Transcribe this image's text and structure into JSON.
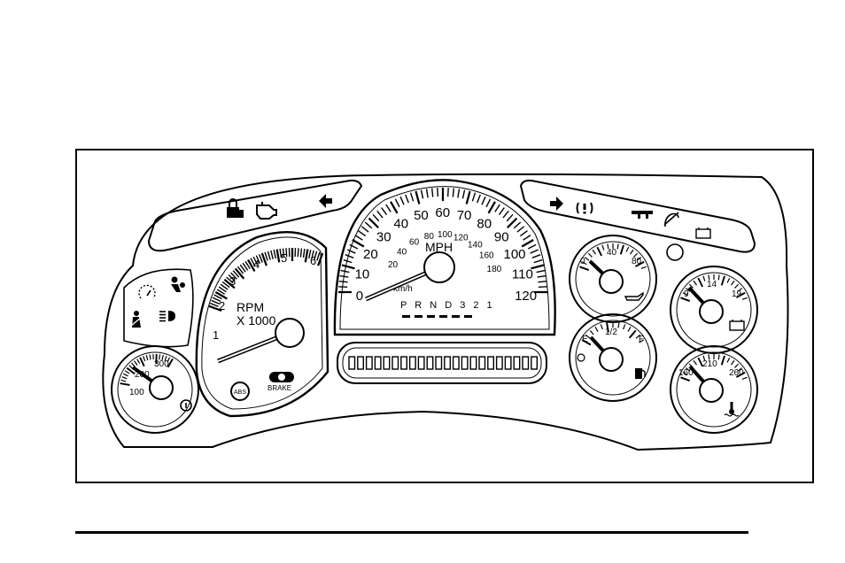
{
  "speedometer": {
    "unit_label": "MPH",
    "kmh_label": "km/h",
    "mph_ticks": [
      "0",
      "10",
      "20",
      "30",
      "40",
      "50",
      "60",
      "70",
      "80",
      "90",
      "100",
      "110",
      "120"
    ],
    "kmh_ticks": [
      "20",
      "40",
      "60",
      "80",
      "100",
      "120",
      "140",
      "160",
      "180"
    ],
    "needle_value_mph": 0
  },
  "tachometer": {
    "unit_label": "RPM",
    "scale_label": "X 1000",
    "ticks": [
      "1",
      "2",
      "3",
      "4",
      "5",
      "6"
    ],
    "needle_value_rpm": 0
  },
  "gear_indicator": {
    "label": "P R N D 3 2 1"
  },
  "trans_temp_gauge": {
    "ticks": [
      "100",
      "200",
      "300"
    ]
  },
  "oil_pressure_gauge": {
    "ticks": [
      "0",
      "40",
      "80"
    ]
  },
  "voltmeter": {
    "ticks": [
      "9",
      "14",
      "19"
    ]
  },
  "fuel_gauge": {
    "ticks": [
      "E",
      "1/2",
      "F"
    ]
  },
  "coolant_gauge": {
    "ticks": [
      "160",
      "210",
      "260"
    ]
  },
  "warning_lights": {
    "brake_label": "BRAKE",
    "abs_label": "ABS"
  }
}
